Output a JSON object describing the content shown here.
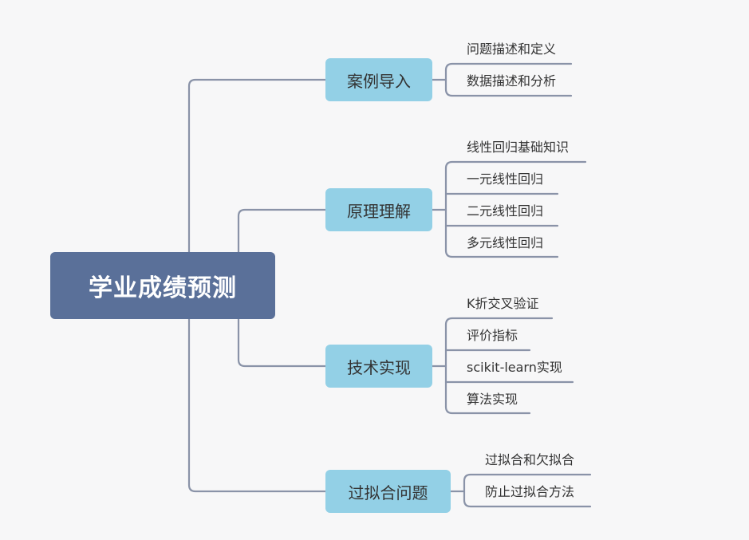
{
  "mindmap": {
    "root": "学业成绩预测",
    "branches": [
      {
        "label": "案例导入",
        "children": [
          "问题描述和定义",
          "数据描述和分析"
        ]
      },
      {
        "label": "原理理解",
        "children": [
          "线性回归基础知识",
          "一元线性回归",
          "二元线性回归",
          "多元线性回归"
        ]
      },
      {
        "label": "技术实现",
        "children": [
          "K折交叉验证",
          "评价指标",
          "scikit-learn实现",
          "算法实现"
        ]
      },
      {
        "label": "过拟合问题",
        "children": [
          "过拟合和欠拟合",
          "防止过拟合方法"
        ]
      }
    ]
  },
  "colors": {
    "root_fill": "#5a7099",
    "branch_fill": "#93d0e6",
    "connector": "#8a93a8",
    "background": "#f7f7f8"
  }
}
